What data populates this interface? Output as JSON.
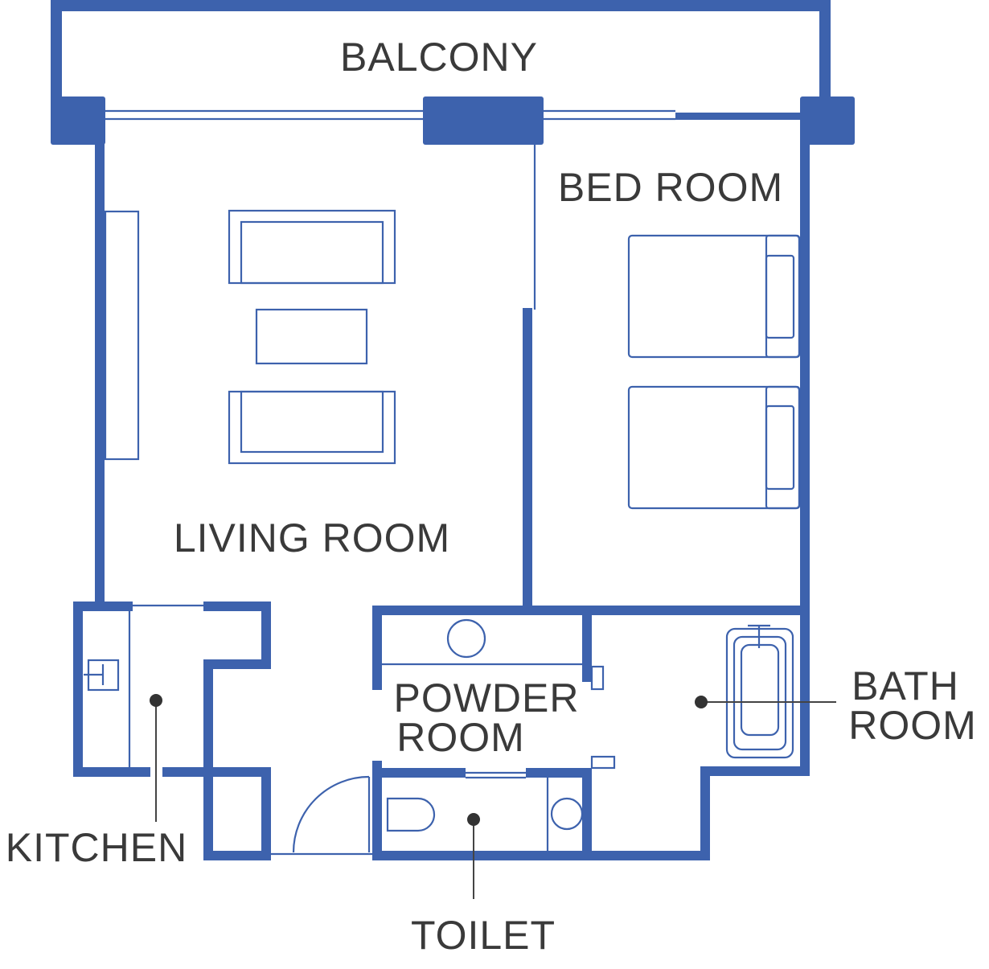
{
  "rooms": {
    "balcony": "BALCONY",
    "bedroom": "BED ROOM",
    "living": "LIVING ROOM",
    "powder_line1": "POWDER",
    "powder_line2": "ROOM",
    "bath_line1": "BATH",
    "bath_line2": "ROOM",
    "kitchen": "KITCHEN",
    "toilet": "TOILET"
  },
  "colors": {
    "wall": "#3d62ad",
    "label": "#3a3a3a",
    "background": "#ffffff"
  }
}
